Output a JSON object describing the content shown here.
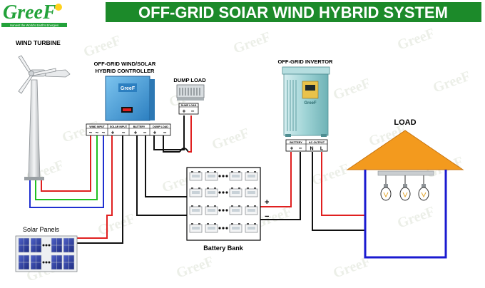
{
  "brand": {
    "logo_text": "GreeF",
    "tagline": "Harvest the World's Earth's Energies",
    "watermark_text": "GreeF"
  },
  "title": "OFF-GRID  SOIAR WIND HYBRID SYSTEM",
  "components": {
    "wind_turbine": "WIND TURBINE",
    "controller": {
      "line1": "OFF-GRID WIND/SOLAR",
      "line2": "HYBRID  CONTROLLER"
    },
    "dump_load": "DUMP LOAD",
    "inverter": "OFF-GRID INVERTOR",
    "load": "LOAD",
    "solar_panels": "Solar Panels",
    "battery_bank": "Battery Bank"
  },
  "terminals": {
    "controller": {
      "wind_input": "WIND INPUT",
      "solar_input": "SOLAR INPUT",
      "battery": "BATTERY",
      "dump_load": "DUMP LOAD",
      "wind_symbol": "~",
      "plus": "+",
      "minus": "−"
    },
    "dump_load_box": {
      "header": "DUMP LOAD",
      "plus": "+",
      "minus": "−"
    },
    "inverter": {
      "battery": "BATTERY",
      "ac_output": "AC OUTPUT",
      "plus": "+",
      "minus": "−",
      "n": "N",
      "l": "L"
    }
  },
  "battery_polarity": {
    "plus": "+",
    "minus": "−"
  },
  "colors": {
    "title_green": "#1c8a2a",
    "wire_red": "#e02020",
    "wire_green": "#20c020",
    "wire_blue": "#2030d0",
    "wire_black": "#111111",
    "load_blue": "#1a1ad0",
    "roof_orange": "#f39a1e",
    "controller_blue": "#4a9fd8",
    "inverter_teal": "#86c6c8"
  }
}
